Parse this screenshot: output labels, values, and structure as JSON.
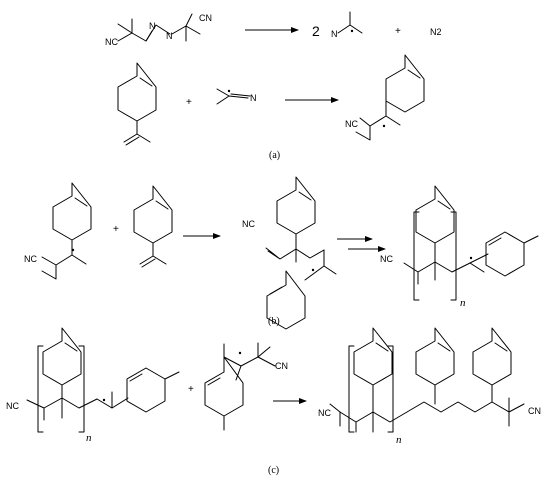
{
  "labels": {
    "cn": "CN",
    "nc": "NC",
    "n": "N",
    "n2": "N2",
    "two": "2",
    "plus": "+",
    "repeat": "n"
  },
  "captions": {
    "a": "(a)",
    "b": "(b)",
    "c": "(c)"
  }
}
